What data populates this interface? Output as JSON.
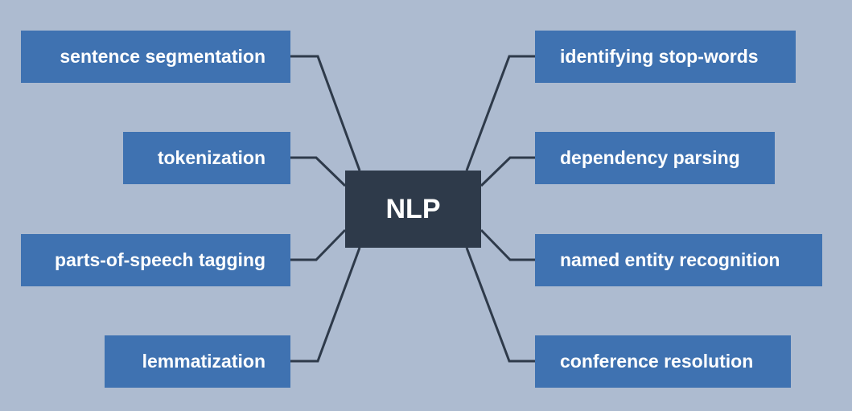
{
  "center": {
    "label": "NLP"
  },
  "branches": {
    "left": [
      "sentence segmentation",
      "tokenization",
      "parts-of-speech tagging",
      "lemmatization"
    ],
    "right": [
      "identifying stop-words",
      "dependency parsing",
      "named entity recognition",
      "conference resolution"
    ]
  },
  "colors": {
    "background": "#adbbd0",
    "branch_fill": "#3f72b1",
    "center_fill": "#2e3a4a",
    "connector": "#2e3a4a",
    "text": "#ffffff"
  }
}
